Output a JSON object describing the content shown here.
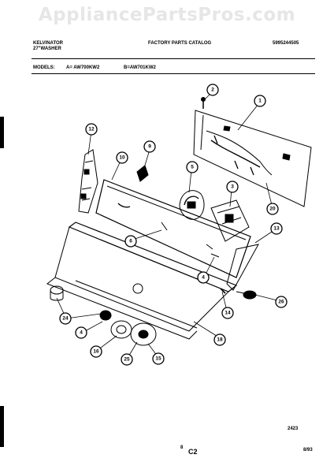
{
  "watermark": "AppliancePartsPros.com",
  "header": {
    "brand": "KELVINATOR",
    "product": "27\"WASHER",
    "title": "FACTORY PARTS CATALOG",
    "catalog_number": "5995244505"
  },
  "models": {
    "label": "MODELS:",
    "model_a": "A= AW700KW2",
    "model_b": "B=AW701KW2"
  },
  "callouts": [
    "1",
    "2",
    "3",
    "4",
    "4",
    "5",
    "6",
    "9",
    "10",
    "12",
    "13",
    "14",
    "15",
    "16",
    "18",
    "20",
    "24",
    "25",
    "26"
  ],
  "footer": {
    "drawing_number": "2423",
    "page_number": "8",
    "section": "C2",
    "date": "8/93"
  },
  "colors": {
    "line": "#000000",
    "watermark": "#e6e6e6",
    "background": "#ffffff"
  }
}
